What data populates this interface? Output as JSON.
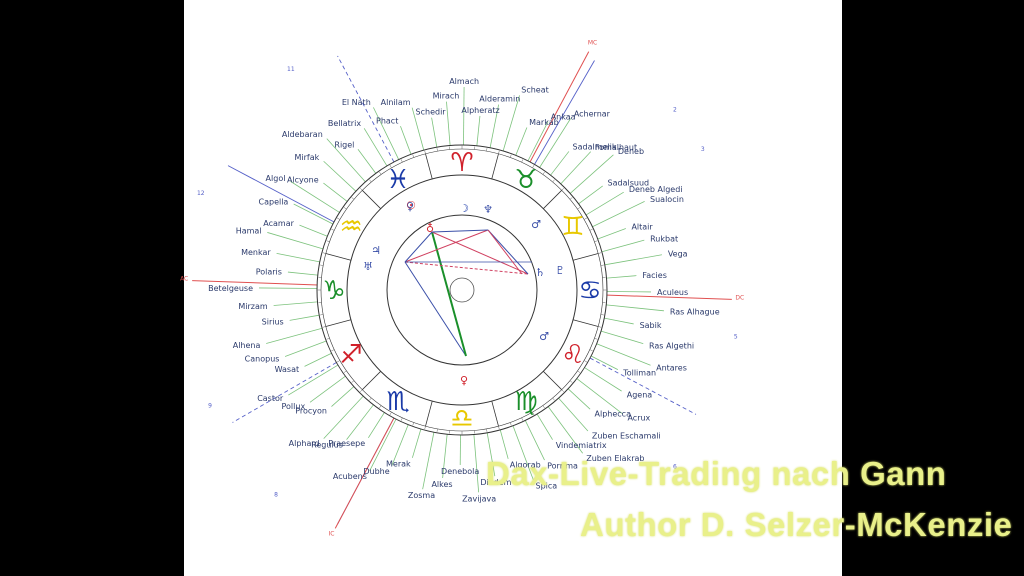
{
  "overlay": {
    "line1": "Dax-Live-Trading nach Gann",
    "line2": "Author D. Selzer-McKenzie"
  },
  "colors": {
    "panel": "#ffffff",
    "background": "#000000",
    "caption": "#e9f08a",
    "star_line": "#7cc27c",
    "axis_line": "#e05050",
    "cusp_line": "#5560c8"
  },
  "zodiac_signs": [
    {
      "glyph": "♈",
      "color": "#d0202a"
    },
    {
      "glyph": "♉",
      "color": "#1a8f2a"
    },
    {
      "glyph": "♊",
      "color": "#e8c800"
    },
    {
      "glyph": "♋",
      "color": "#1a3aa8"
    },
    {
      "glyph": "♌",
      "color": "#d0202a"
    },
    {
      "glyph": "♍",
      "color": "#1a8f2a"
    },
    {
      "glyph": "♎",
      "color": "#e8c800"
    },
    {
      "glyph": "♏",
      "color": "#1a3aa8"
    },
    {
      "glyph": "♐",
      "color": "#d0202a"
    },
    {
      "glyph": "♑",
      "color": "#1a8f2a"
    },
    {
      "glyph": "♒",
      "color": "#e8c800"
    },
    {
      "glyph": "♓",
      "color": "#1a3aa8"
    }
  ],
  "axis_labels": {
    "mc": "MC",
    "dc": "DC",
    "ic": "IC",
    "ac": "AC"
  },
  "house_numbers": [
    "11",
    "12",
    "2",
    "3",
    "5",
    "6",
    "8",
    "9"
  ],
  "stars": [
    "Schedir",
    "Mirach",
    "Almach",
    "Alpheratz",
    "Alderamin",
    "Scheat",
    "Markab",
    "Ankaa",
    "Achernar",
    "Sadalmelik",
    "Fomalhaut",
    "Deneb",
    "Sadalsuud",
    "Deneb Algedi",
    "Sualocin",
    "Altair",
    "Rukbat",
    "Vega",
    "Facies",
    "Aculeus",
    "Ras Alhague",
    "Sabik",
    "Ras Algethi",
    "Antares",
    "Tolliman",
    "Agena",
    "Acrux",
    "Alphecca",
    "Zuben Eschamali",
    "Zuben Elakrab",
    "Vindemiatrix",
    "Porrima",
    "Spica",
    "Algorab",
    "Diadem",
    "Zavijava",
    "Denebola",
    "Alkes",
    "Zosma",
    "Merak",
    "Dubhe",
    "Acubens",
    "Praesepe",
    "Regulus",
    "Alphard",
    "Procyon",
    "Pollux",
    "Castor",
    "Wasat",
    "Canopus",
    "Alhena",
    "Sirius",
    "Mirzam",
    "Betelgeuse",
    "Polaris",
    "Menkar",
    "Hamal",
    "Acamar",
    "Capella",
    "Algol",
    "Alcyone",
    "Mirfak",
    "Aldebaran",
    "Rigel",
    "Bellatrix",
    "El Nath",
    "Phact",
    "Alnilam"
  ]
}
